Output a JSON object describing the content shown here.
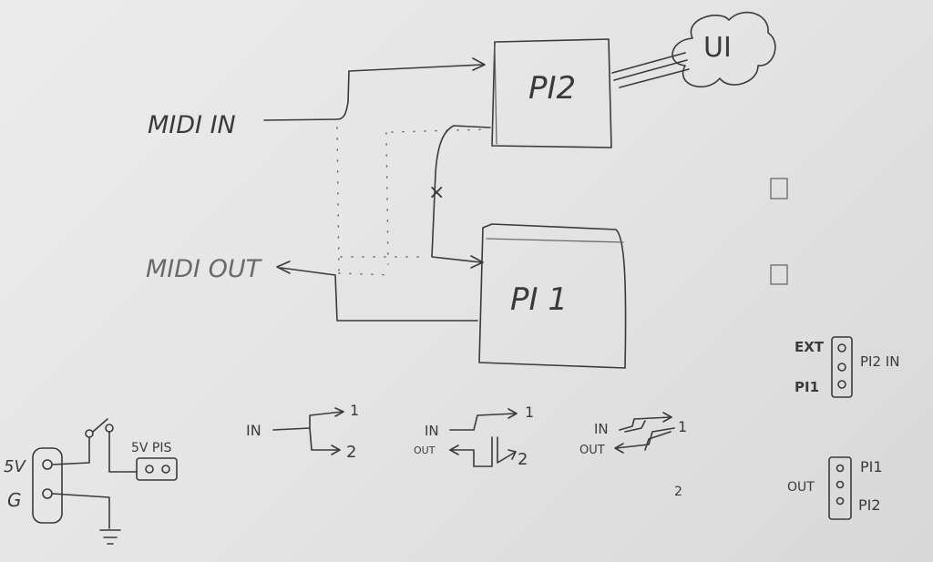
{
  "labels": {
    "midi_in": "MIDI IN",
    "midi_out": "MIDI OUT",
    "pi2": "PI2",
    "pi1": "PI 1",
    "ui": "UI",
    "cross": "×"
  },
  "power": {
    "five_v": "5V",
    "ground": "G",
    "header": "5V PIS"
  },
  "routing": {
    "split": {
      "in": "IN",
      "out1": "1",
      "out2": "2"
    },
    "split_out": {
      "in": "IN",
      "out": "OUT",
      "out1": "1",
      "out2": "2"
    },
    "chain": {
      "in": "IN",
      "out": "OUT",
      "out1": "1",
      "stray": "2"
    }
  },
  "jumper_in": {
    "ext": "EXT",
    "pi1": "PI1",
    "pi2in": "PI2 IN"
  },
  "jumper_out": {
    "out": "OUT",
    "pi1": "PI1",
    "pi2": "PI2"
  }
}
